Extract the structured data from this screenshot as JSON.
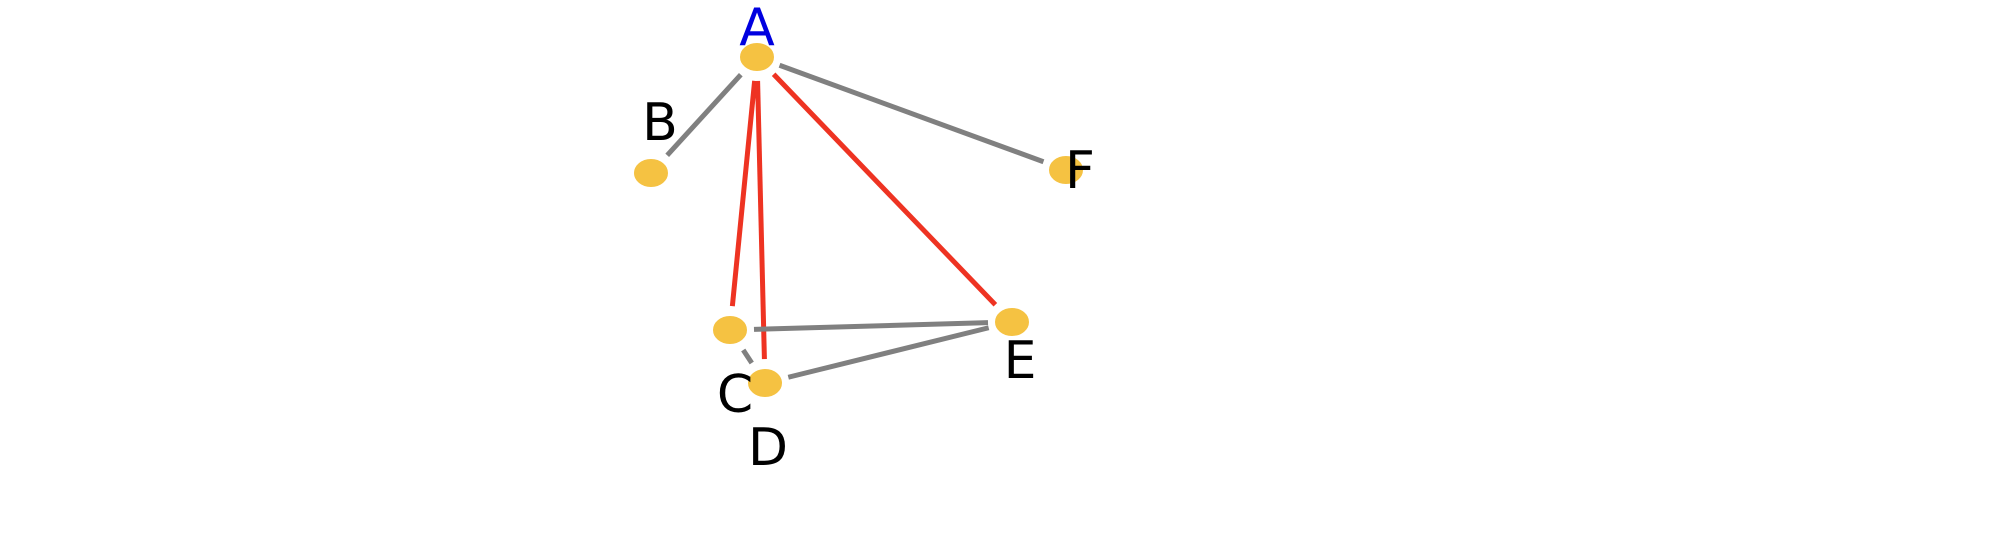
{
  "graph": {
    "nodes": [
      {
        "id": "A",
        "label": "A",
        "label_color": "#0000e0"
      },
      {
        "id": "B",
        "label": "B",
        "label_color": "#000000"
      },
      {
        "id": "C",
        "label": "C",
        "label_color": "#000000"
      },
      {
        "id": "D",
        "label": "D",
        "label_color": "#000000"
      },
      {
        "id": "E",
        "label": "E",
        "label_color": "#000000"
      },
      {
        "id": "F",
        "label": "F",
        "label_color": "#000000"
      }
    ],
    "edges": [
      {
        "from": "A",
        "to": "B",
        "color": "#808080"
      },
      {
        "from": "A",
        "to": "F",
        "color": "#808080"
      },
      {
        "from": "A",
        "to": "C",
        "color": "#ee3322"
      },
      {
        "from": "A",
        "to": "D",
        "color": "#ee3322"
      },
      {
        "from": "A",
        "to": "E",
        "color": "#ee3322"
      },
      {
        "from": "C",
        "to": "E",
        "color": "#808080"
      },
      {
        "from": "C",
        "to": "D",
        "color": "#808080"
      },
      {
        "from": "D",
        "to": "E",
        "color": "#808080"
      }
    ],
    "node_color": "#f5c242"
  }
}
